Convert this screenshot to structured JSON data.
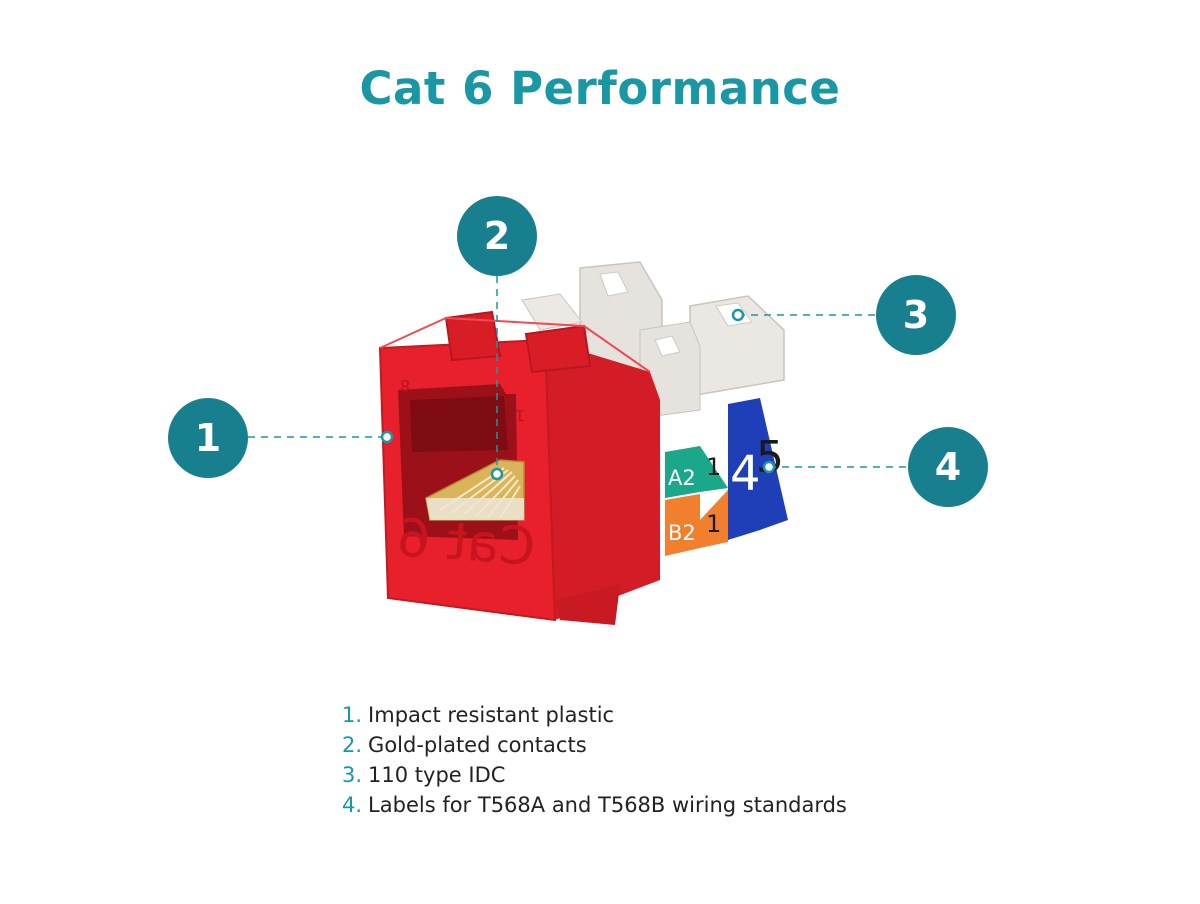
{
  "title": "Cat 6 Performance",
  "colors": {
    "accent": "#1a97a5",
    "bubble": "#177f8d",
    "jack": "#e8202b",
    "idc": "#e9e6e2",
    "contacts": "#d9b45a"
  },
  "jack": {
    "molded_text": "Cat 6",
    "pin_marks": [
      "8",
      "1"
    ],
    "color_labels": [
      {
        "text": "A2",
        "color": "#1aa78a"
      },
      {
        "text": "1",
        "color": "#1aa78a"
      },
      {
        "text": "B2",
        "color": "#f07f2e"
      },
      {
        "text": "1",
        "color": "#f07f2e"
      },
      {
        "text": "4",
        "color": "#1f3fb8"
      },
      {
        "text": "5",
        "color": "#1f3fb8"
      }
    ]
  },
  "callouts": [
    {
      "number": "1",
      "target": "Impact resistant plastic"
    },
    {
      "number": "2",
      "target": "Gold-plated contacts"
    },
    {
      "number": "3",
      "target": "110 type IDC"
    },
    {
      "number": "4",
      "target": "Labels for T568A and T568B wiring standards"
    }
  ],
  "features": [
    {
      "num": "1.",
      "text": "Impact resistant plastic"
    },
    {
      "num": "2.",
      "text": "Gold-plated contacts"
    },
    {
      "num": "3.",
      "text": "110 type IDC"
    },
    {
      "num": "4.",
      "text": "Labels for T568A and T568B wiring standards"
    }
  ]
}
